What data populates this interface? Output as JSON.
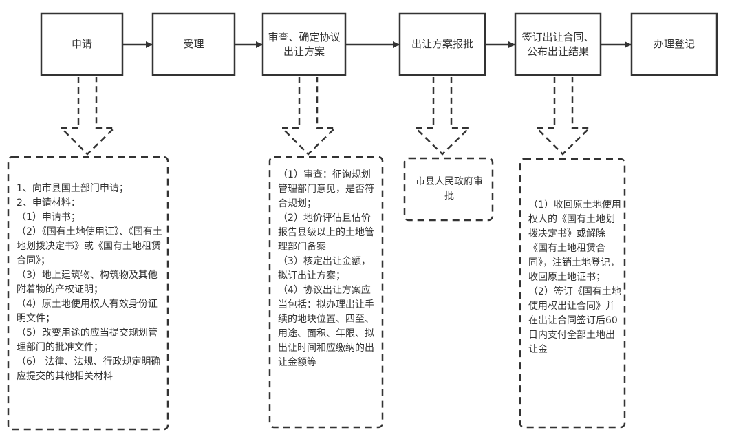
{
  "diagram": {
    "type": "flowchart",
    "direction": "left-to-right",
    "colors": {
      "stroke": "#333333",
      "text": "#333333",
      "background": "#ffffff"
    },
    "steps": [
      {
        "id": "apply",
        "label": "申请"
      },
      {
        "id": "accept",
        "label": "受理"
      },
      {
        "id": "review",
        "label": "审查、确定协议出让方案"
      },
      {
        "id": "approve",
        "label": "出让方案报批"
      },
      {
        "id": "sign",
        "label": "签订出让合同、公布出让结果"
      },
      {
        "id": "register",
        "label": "办理登记"
      }
    ],
    "edges": [
      {
        "from": "apply",
        "to": "accept"
      },
      {
        "from": "accept",
        "to": "review"
      },
      {
        "from": "review",
        "to": "approve"
      },
      {
        "from": "approve",
        "to": "sign"
      },
      {
        "from": "sign",
        "to": "register"
      }
    ],
    "notes": [
      {
        "attached_to": "apply",
        "lines": [
          "1、向市县国土部门申请；",
          "2、申请材料：",
          "（1）申请书；",
          "（2）《国有土地使用证》、《国有土地划拨决定书》或《国有土地租赁合同》；",
          "（3）地上建筑物、构筑物及其他附着物的产权证明；",
          "（4）原土地使用权人有效身份证明文件；",
          "（5）改变用途的应当提交规划管理部门的批准文件；",
          "（6） 法律、法规、行政规定明确应提交的其他相关材料"
        ]
      },
      {
        "attached_to": "review",
        "lines": [
          "（1）审查：征询规划管理部门意见，是否符合规划；",
          "（2）地价评估且估价报告县级以上的土地管理部门备案",
          "（3）核定出让金额，拟订出让方案；",
          "（4）协议出让方案应当包括：拟办理出让手续的地块位置、四至、用途、面积、年限、拟出让时间和应缴纳的出让金额等"
        ]
      },
      {
        "attached_to": "approve",
        "lines": [
          "市县人民政府审批"
        ]
      },
      {
        "attached_to": "sign",
        "lines": [
          "（1）收回原土地使用权人的《国有土地划拨决定书》或解除《国有土地租赁合同》，注销土地登记，收回原土地证书；",
          "（2）签订《国有土地使用权出让合同》并在出让合同签订后60日内支付全部土地出让金"
        ]
      }
    ]
  }
}
